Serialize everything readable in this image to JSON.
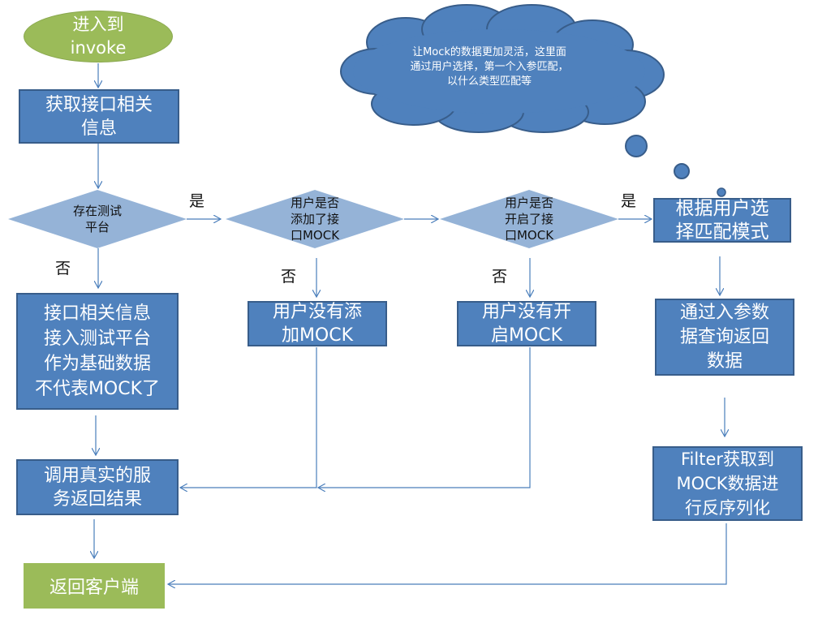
{
  "nodes": {
    "start": "进入到\ninvoke",
    "get_info": "获取接口相关\n信息",
    "d_platform": "存在测试\n平台",
    "d_added": "用户是否\n添加了接\n口MOCK",
    "d_enabled": "用户是否\n开启了接\n口MOCK",
    "select_mode": "根据用户选\n择匹配模式",
    "platform_info": "接口相关信息\n接入测试平台\n作为基础数据\n不代表MOCK了",
    "not_added": "用户没有添\n加MOCK",
    "not_enabled": "用户没有开\n启MOCK",
    "query_params": "通过入参数\n据查询返回\n数据",
    "call_real": "调用真实的服\n务返回结果",
    "filter": "Filter获取到\nMOCK数据进\n行反序列化",
    "return_client": "返回客户端"
  },
  "labels": {
    "yes1": "是",
    "yes2": "是",
    "no1": "否",
    "no2": "否",
    "no3": "否"
  },
  "cloud": {
    "text": "让Mock的数据更加灵活，这里面\n通过用户选择，第一个入参匹配，\n以什么类型匹配等"
  },
  "colors": {
    "box_fill": "#4f81bd",
    "box_border": "#385d8a",
    "diamond_fill": "#95b3d7",
    "green_fill": "#9bbb59",
    "line": "#4a7ebb"
  }
}
